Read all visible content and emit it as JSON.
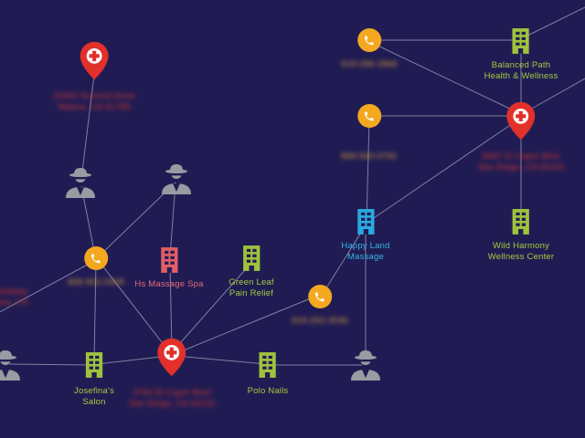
{
  "app": {
    "name": "link-analysis-graph",
    "background": "#201c53",
    "edge_color": "#cfd3e6"
  },
  "colors": {
    "phone_node": "#f3a81f",
    "pin_node": "#e2302a",
    "building_green": "#9fc23c",
    "building_blue": "#2ba9e0",
    "building_pink": "#e05f64",
    "spy_gray": "#9a9aa2",
    "label_green": "#a6c93e",
    "label_cyan": "#38b3e3",
    "label_pink": "#e8697a",
    "redacted_red": "#d8352b",
    "redacted_orange": "#d79a39"
  },
  "icons": {
    "phone": "phone-icon",
    "location_pin": "location-pin-icon",
    "building": "building-icon",
    "spy": "spy-icon"
  },
  "nodes": {
    "pin_walnut": {
      "kind": "address",
      "redacted": true,
      "line1": "20400 Summit Drive",
      "line2": "Walnut, CA 91789"
    },
    "phone_top": {
      "kind": "phone",
      "redacted": true,
      "number": "619-286-2866"
    },
    "balanced_path": {
      "kind": "business",
      "line1": "Balanced Path",
      "line2": "Health & Wellness"
    },
    "pin_san_diego_1": {
      "kind": "address",
      "redacted": true,
      "line1": "5697 El Cajon Blvd",
      "line2": "San Diego, CA 92115"
    },
    "phone_mid": {
      "kind": "phone",
      "redacted": true,
      "number": "858-560-0791"
    },
    "happy_land": {
      "kind": "business",
      "line1": "Happy Land",
      "line2": "Massage"
    },
    "wild_harmony": {
      "kind": "business",
      "line1": "Wild Harmony",
      "line2": "Wellness Center"
    },
    "phone_left": {
      "kind": "phone",
      "redacted": true,
      "number": "858-952-0908"
    },
    "hs_massage_spa": {
      "kind": "business",
      "line1": "Hs Massage Spa"
    },
    "green_leaf": {
      "kind": "business",
      "line1": "Green Leaf",
      "line2": "Pain Relief"
    },
    "phone_lower": {
      "kind": "phone",
      "redacted": true,
      "number": "619-292-3546"
    },
    "josefinas_salon": {
      "kind": "business",
      "line1": "Josefina's",
      "line2": "Salon"
    },
    "pin_san_diego_2": {
      "kind": "address",
      "redacted": true,
      "line1": "4784 El Cajon Blvd",
      "line2": "San Diego, CA 92115"
    },
    "polo_nails": {
      "kind": "business",
      "line1": "Polo Nails"
    },
    "partial_address_left": {
      "kind": "address",
      "redacted": true,
      "line1": "1035 Broadway",
      "line2": "Chula Vista, CA"
    },
    "spy_1": {
      "kind": "person"
    },
    "spy_2": {
      "kind": "person"
    },
    "spy_3": {
      "kind": "person"
    },
    "spy_4": {
      "kind": "person"
    }
  }
}
